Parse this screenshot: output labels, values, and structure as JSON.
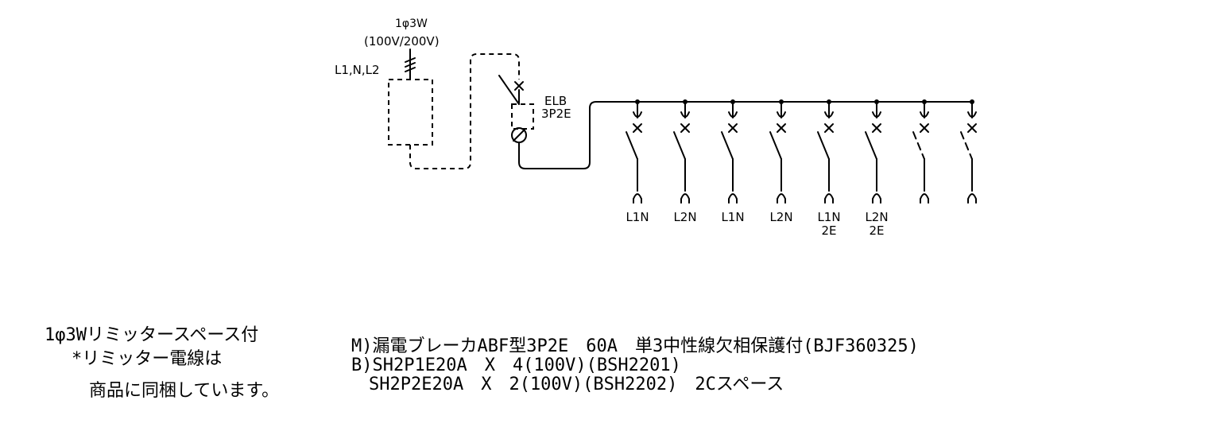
{
  "supply": {
    "phase": "1φ3W",
    "voltage": "(100V/200V)",
    "lines": "L1,N,L2"
  },
  "main_breaker": {
    "name": "ELB",
    "poles": "3P2E"
  },
  "branches": [
    {
      "label1": "L1N",
      "label2": "",
      "spare": false
    },
    {
      "label1": "L2N",
      "label2": "",
      "spare": false
    },
    {
      "label1": "L1N",
      "label2": "",
      "spare": false
    },
    {
      "label1": "L2N",
      "label2": "",
      "spare": false
    },
    {
      "label1": "L1N",
      "label2": "2E",
      "spare": false
    },
    {
      "label1": "L2N",
      "label2": "2E",
      "spare": false
    },
    {
      "label1": "",
      "label2": "",
      "spare": true
    },
    {
      "label1": "",
      "label2": "",
      "spare": true
    }
  ],
  "notes_left": {
    "line1": "1φ3Wリミッタースペース付",
    "line2": "*リミッター電線は",
    "line3": "商品に同梱しています。"
  },
  "notes_right": {
    "line1": "M)漏電ブレーカABF型3P2E　60A　単3中性線欠相保護付(BJF360325)",
    "line2": "B)SH2P1E20A　X　4(100V)(BSH2201)",
    "line3": "　SH2P2E20A　X　2(100V)(BSH2202)　2Cスペース"
  }
}
